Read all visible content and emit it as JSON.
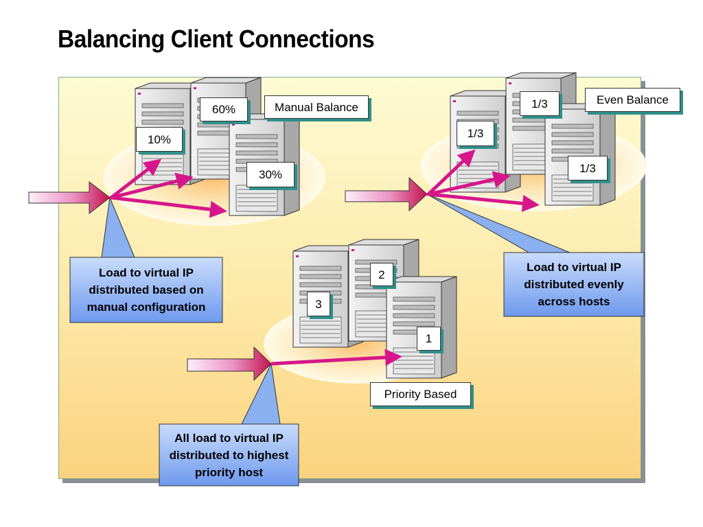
{
  "title": "Balancing Client Connections",
  "scenarios": {
    "manual": {
      "label": "Manual Balance",
      "shares": [
        "10%",
        "60%",
        "30%"
      ],
      "callout": "Load to virtual IP distributed based on manual configuration"
    },
    "even": {
      "label": "Even Balance",
      "shares": [
        "1/3",
        "1/3",
        "1/3"
      ],
      "callout": "Load to virtual IP distributed evenly across hosts"
    },
    "priority": {
      "label": "Priority Based",
      "priorities": [
        "3",
        "2",
        "1"
      ],
      "callout": "All load to virtual IP distributed to highest priority host"
    }
  },
  "colors": {
    "arrow": "#d6168a",
    "inbound_arrow": "#d61e6a",
    "callout": "#8ab0f0",
    "label_shadow": "#2f8f8a"
  }
}
